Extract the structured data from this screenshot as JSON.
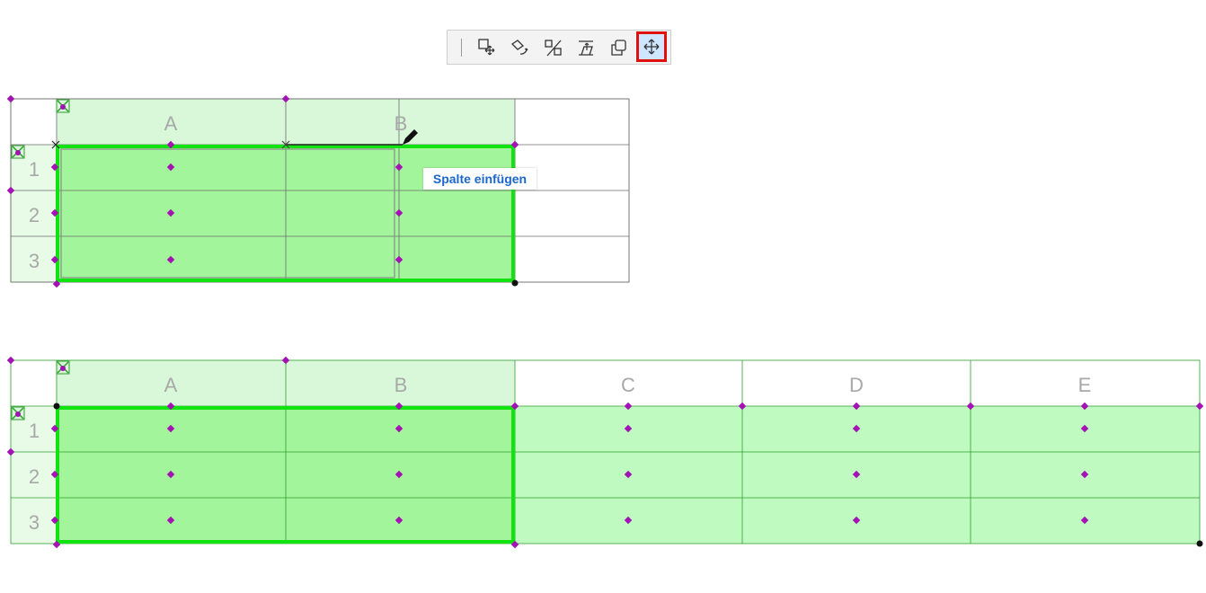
{
  "toolbar": {
    "tools": [
      {
        "name": "move-cell-tool"
      },
      {
        "name": "rotate-tool"
      },
      {
        "name": "split-tool"
      },
      {
        "name": "align-tool"
      },
      {
        "name": "duplicate-tool"
      },
      {
        "name": "move-tool",
        "active": true
      }
    ]
  },
  "tooltip": {
    "text": "Spalte einfügen"
  },
  "table_top": {
    "columns": [
      "A",
      "B"
    ],
    "rows": [
      "1",
      "2",
      "3"
    ]
  },
  "table_bottom": {
    "columns": [
      "A",
      "B",
      "C",
      "D",
      "E"
    ],
    "rows": [
      "1",
      "2",
      "3"
    ]
  },
  "colors": {
    "header_fill": "#d9f7d9",
    "selected_fill": "#a3f59c",
    "inserted_fill": "#bffbc0",
    "selection_border": "#11e311",
    "grid_line": "#2f9e2f",
    "handle": "#a312b3",
    "active_highlight": "#e01010"
  }
}
